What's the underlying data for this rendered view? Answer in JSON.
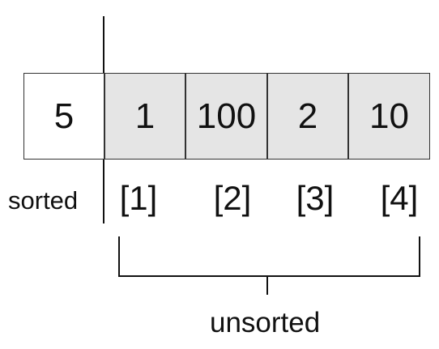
{
  "array": {
    "cells": [
      {
        "value": "5",
        "group": "sorted"
      },
      {
        "value": "1",
        "group": "unsorted"
      },
      {
        "value": "100",
        "group": "unsorted"
      },
      {
        "value": "2",
        "group": "unsorted"
      },
      {
        "value": "10",
        "group": "unsorted"
      }
    ]
  },
  "indices": [
    "[1]",
    "[2]",
    "[3]",
    "[4]"
  ],
  "labels": {
    "sorted": "sorted",
    "unsorted": "unsorted"
  },
  "colors": {
    "sorted_fill": "#ffffff",
    "unsorted_fill": "#e5e5e5",
    "stroke": "#333333"
  }
}
